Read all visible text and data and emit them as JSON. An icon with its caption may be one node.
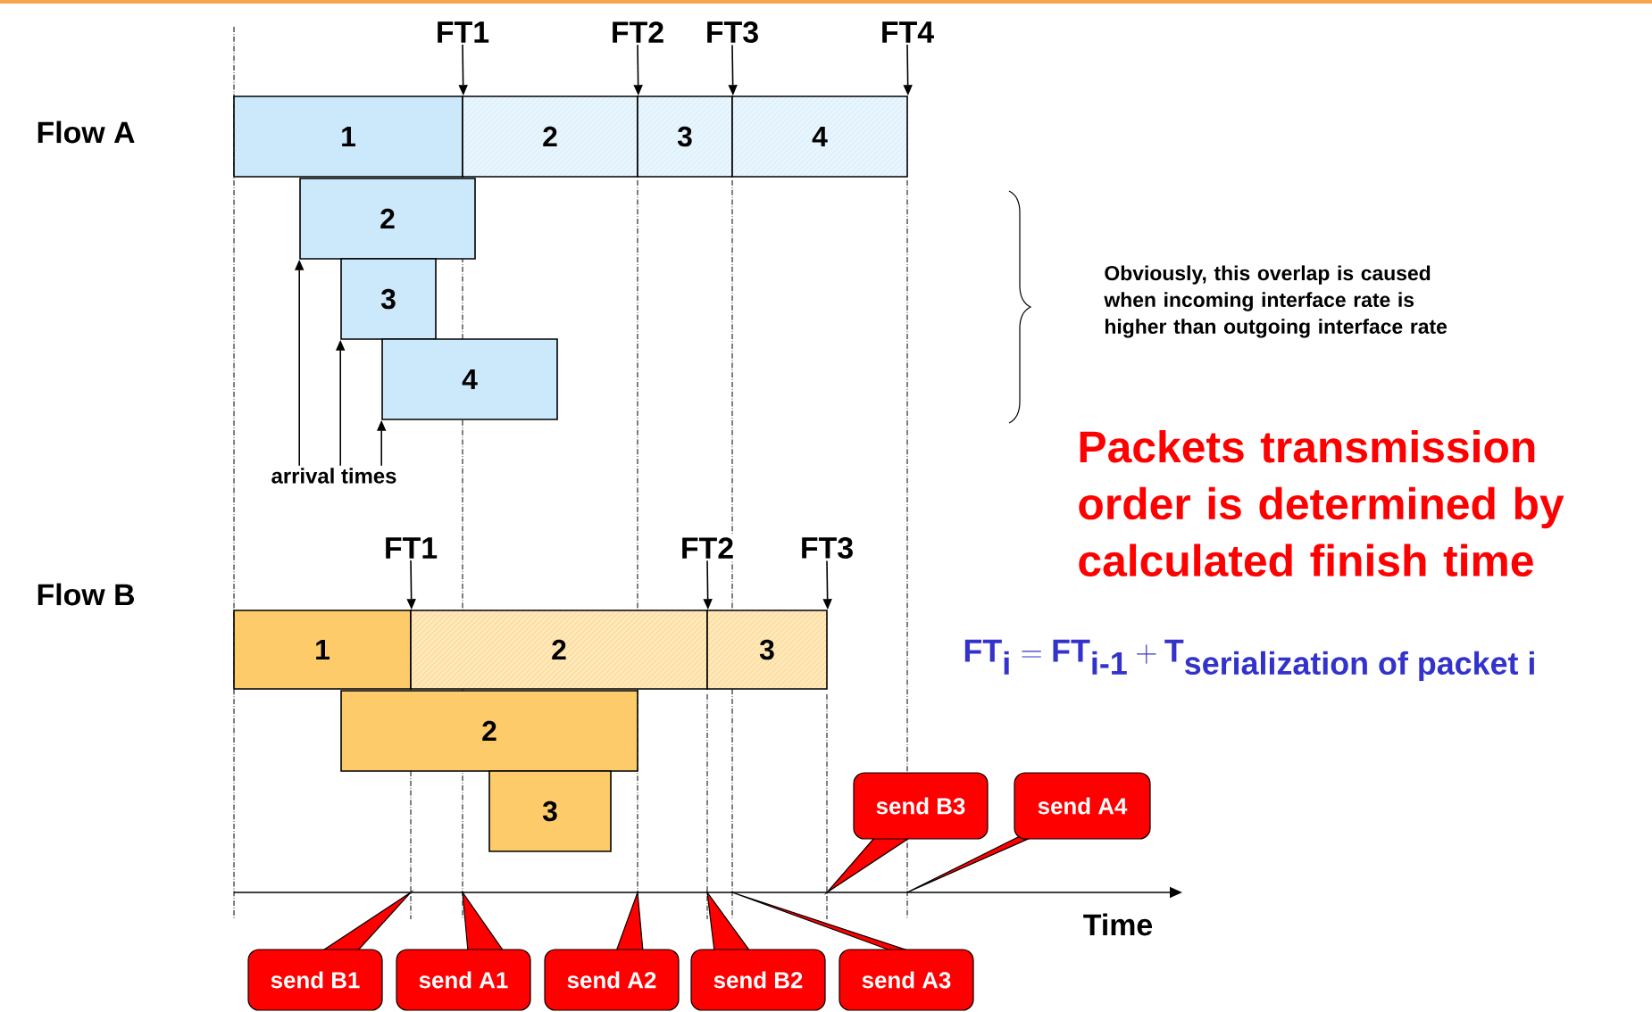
{
  "diagram": {
    "nodes": [
      {
        "text": [
          "1"
        ]
      },
      {
        "text": [
          "2"
        ]
      },
      {
        "text": [
          "3"
        ]
      },
      {
        "text": [
          "4"
        ]
      },
      {
        "text": [
          "2"
        ]
      },
      {
        "text": [
          "3"
        ]
      },
      {
        "text": [
          "4"
        ]
      },
      {
        "text": [
          "arrival times"
        ]
      },
      {
        "text": [
          "1"
        ]
      },
      {
        "text": [
          "2"
        ]
      },
      {
        "text": [
          "3"
        ]
      },
      {
        "text": [
          "2"
        ]
      },
      {
        "text": [
          "3"
        ]
      },
      {
        "text": [
          "send B3"
        ]
      },
      {
        "text": [
          "send A4"
        ]
      },
      {
        "text": [
          "send B1"
        ]
      },
      {
        "text": [
          "send A1"
        ]
      },
      {
        "text": [
          "send A2"
        ]
      },
      {
        "text": [
          "send B2"
        ]
      },
      {
        "text": [
          "send A3"
        ]
      },
      {
        "text": [
          "FT1"
        ]
      },
      {
        "text": [
          "FT2"
        ]
      },
      {
        "text": [
          "FT3"
        ]
      },
      {
        "text": [
          "FT4"
        ]
      },
      {
        "text": [
          "FT1"
        ]
      },
      {
        "text": [
          "FT2"
        ]
      },
      {
        "text": [
          "FT3"
        ]
      }
    ],
    "edges": [
      {
        "from": 7,
        "to": 4,
        "arrow": "to"
      },
      {
        "from": 7,
        "to": 5,
        "arrow": "to"
      },
      {
        "from": 7,
        "to": 6,
        "arrow": "to"
      },
      {
        "from": 20,
        "to": 0,
        "arrow": "to"
      },
      {
        "from": 21,
        "to": 1,
        "arrow": "to"
      },
      {
        "from": 22,
        "to": 2,
        "arrow": "to"
      },
      {
        "from": 23,
        "to": 3,
        "arrow": "to"
      },
      {
        "from": 24,
        "to": 8,
        "arrow": "to"
      },
      {
        "from": 25,
        "to": 9,
        "arrow": "to"
      },
      {
        "from": 26,
        "to": 10,
        "arrow": "to"
      }
    ],
    "labels": [
      "Flow A",
      "Obviously, this overlap is caused when incoming interface rate is higher than outgoing interface rate",
      "Packets transmission order is determined by calculated finish time",
      "Flow B",
      "\\textbf{FT}_{\\textbf{i}} = \\textbf{FT}_{\\textbf{i-1}} + \\textbf{T}_{\\textbf{serialization of packet i}}",
      "Time"
    ]
  }
}
